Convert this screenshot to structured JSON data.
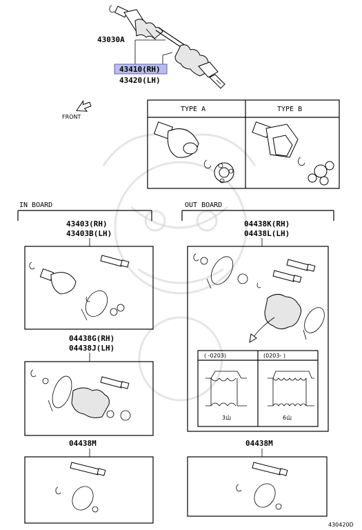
{
  "diagram_code": "430420D",
  "top": {
    "label_shaft": "43030A",
    "label_rh": "43410(RH)",
    "label_lh": "43420(LH)",
    "front_label": "FRONT",
    "highlight_color": "#b9bde8"
  },
  "types": {
    "a": "TYPE A",
    "b": "TYPE B"
  },
  "inboard": {
    "title": "IN BOARD",
    "kit1": {
      "rh": "43403(RH)",
      "lh": "43403B(LH)"
    },
    "kit2": {
      "rh": "04438G(RH)",
      "lh": "04438J(LH)"
    },
    "kit3": {
      "code": "04438M"
    }
  },
  "outboard": {
    "title": "OUT BOARD",
    "kit1": {
      "rh": "04438K(RH)",
      "lh": "04438L(LH)"
    },
    "kit3": {
      "code": "04438M"
    },
    "sub_left": {
      "header": "(    -0203)",
      "label": "3山"
    },
    "sub_right": {
      "header": "(0203-    )",
      "label": "6山"
    }
  }
}
